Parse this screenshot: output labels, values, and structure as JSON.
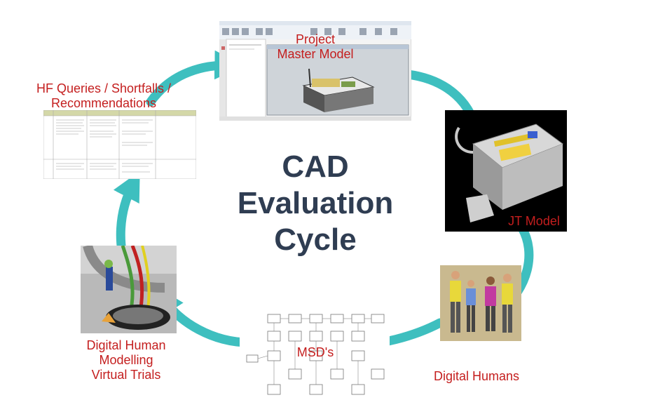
{
  "diagram": {
    "title_lines": [
      "CAD",
      "Evaluation",
      "Cycle"
    ],
    "nodes": {
      "project_master_model": [
        "Project",
        "Master Model"
      ],
      "jt_model": [
        "JT Model"
      ],
      "digital_humans": [
        "Digital Humans"
      ],
      "msds": [
        "MSD's"
      ],
      "dhm_virtual_trials": [
        "Digital Human",
        "Modelling",
        "Virtual Trials"
      ],
      "hf_queries": [
        "HF Queries / Shortfalls /",
        "Recommendations"
      ]
    },
    "colors": {
      "arrow": "#3ebfbf",
      "label": "#c41e1e",
      "title": "#2f3d52"
    },
    "icons": [
      "cad-software-screenshot",
      "jt-model-render",
      "digital-humans-render",
      "msd-flowchart",
      "dhm-trial-render",
      "hf-queries-table"
    ]
  }
}
